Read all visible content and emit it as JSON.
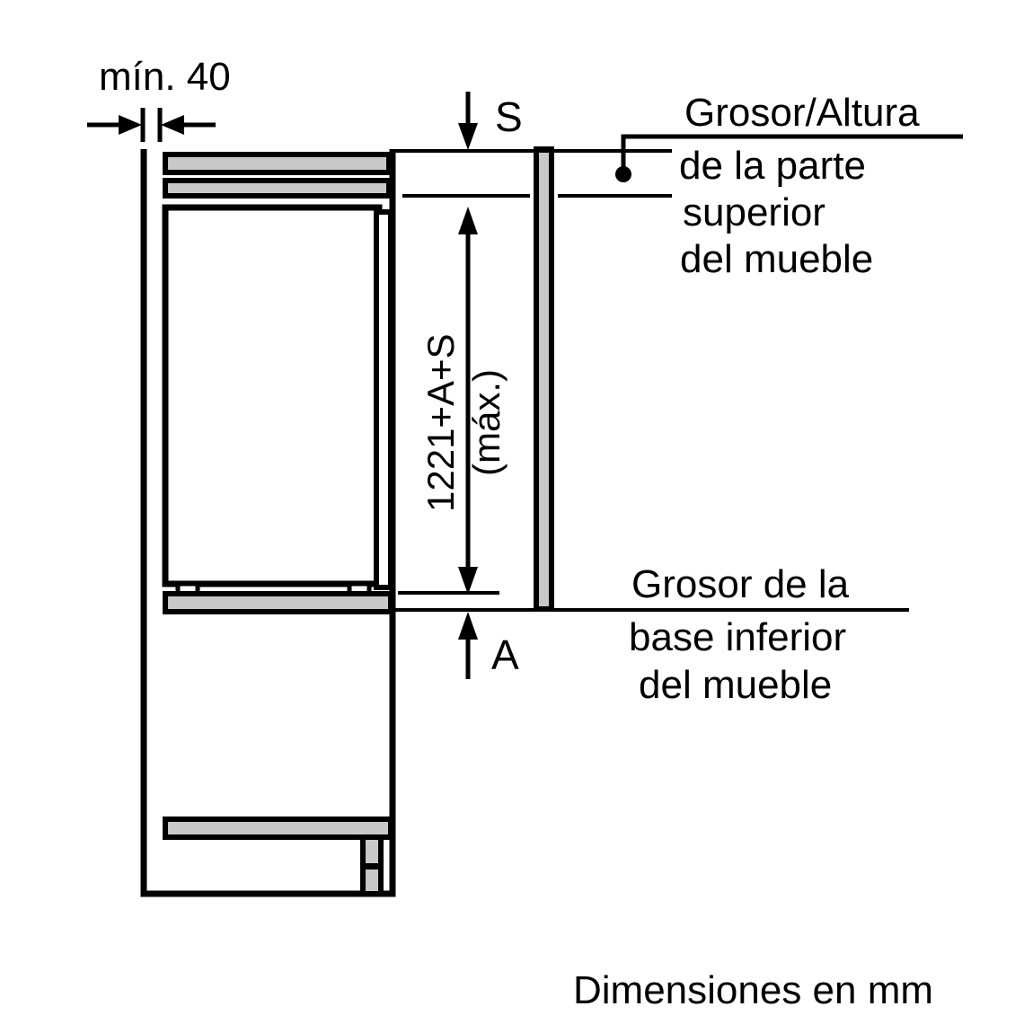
{
  "diagram": {
    "title_footer": "Dimensiones en mm",
    "dimensions": {
      "min_depth": "mín. 40",
      "top_gap_symbol": "S",
      "bottom_gap_symbol": "A",
      "height_line1": "1221+A+S",
      "height_line2": "(máx.)"
    },
    "callouts": {
      "top": {
        "line1": "Grosor/Altura",
        "line2": "de la parte",
        "line3": "superior",
        "line4": "del mueble"
      },
      "bottom": {
        "line1": "Grosor de la",
        "line2": "base inferior",
        "line3": "del mueble"
      }
    },
    "colors": {
      "stroke": "#000000",
      "fill_panel": "#c8c8c8",
      "background": "#ffffff"
    }
  }
}
